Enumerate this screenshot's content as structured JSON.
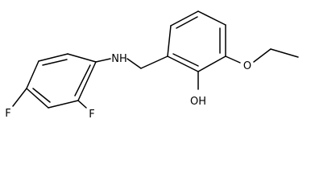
{
  "atom_labels": {
    "amine": "NH",
    "hydroxyl": "OH",
    "ether_oxygen": "O",
    "fluorine_ortho": "F",
    "fluorine_para": "F"
  },
  "colors": {
    "bond": "#000000",
    "text": "#000000",
    "background": "#ffffff"
  }
}
